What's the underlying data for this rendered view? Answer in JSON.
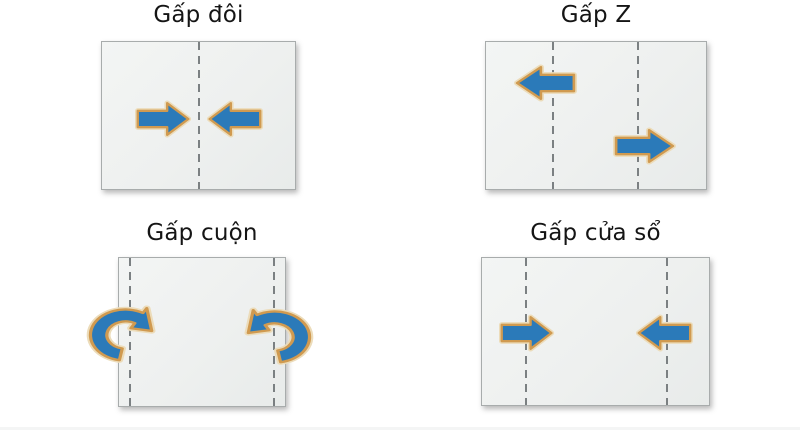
{
  "diagram": {
    "subject": "paper-folding-types",
    "background": "#ffffff",
    "colors": {
      "arrow_fill": "#2b7ab9",
      "arrow_outline": "#d09a50",
      "arrow_outer_halo": "#ecdcba",
      "paper_fill": "#eef0ef",
      "paper_border": "#a8acac",
      "fold_line": "#7b8082",
      "title_text": "#151515"
    },
    "panels": [
      {
        "title": "Gấp đôi",
        "fold_lines_percent": [
          50
        ],
        "arrows": [
          {
            "icon": "straight-arrow-icon",
            "direction": "right",
            "meaning": "left half folds toward center"
          },
          {
            "icon": "straight-arrow-icon",
            "direction": "left",
            "meaning": "right half folds toward center"
          }
        ]
      },
      {
        "title": "Gấp Z",
        "fold_lines_percent": [
          30,
          69
        ],
        "arrows": [
          {
            "icon": "straight-arrow-icon",
            "direction": "left",
            "meaning": "upper panel folds left across first crease"
          },
          {
            "icon": "straight-arrow-icon",
            "direction": "right",
            "meaning": "lower panel folds right across second crease"
          }
        ]
      },
      {
        "title": "Gấp cuộn",
        "fold_lines_percent": [
          6,
          92
        ],
        "arrows": [
          {
            "icon": "curl-arrow-icon",
            "direction": "clockwise-inward",
            "meaning": "left edge rolls inward"
          },
          {
            "icon": "curl-arrow-icon",
            "direction": "counterclockwise-inward",
            "meaning": "right edge rolls inward"
          }
        ]
      },
      {
        "title": "Gấp cửa sổ",
        "fold_lines_percent": [
          19,
          81
        ],
        "arrows": [
          {
            "icon": "straight-arrow-icon",
            "direction": "right",
            "meaning": "left flap folds inward"
          },
          {
            "icon": "straight-arrow-icon",
            "direction": "left",
            "meaning": "right flap folds inward"
          }
        ]
      }
    ]
  }
}
